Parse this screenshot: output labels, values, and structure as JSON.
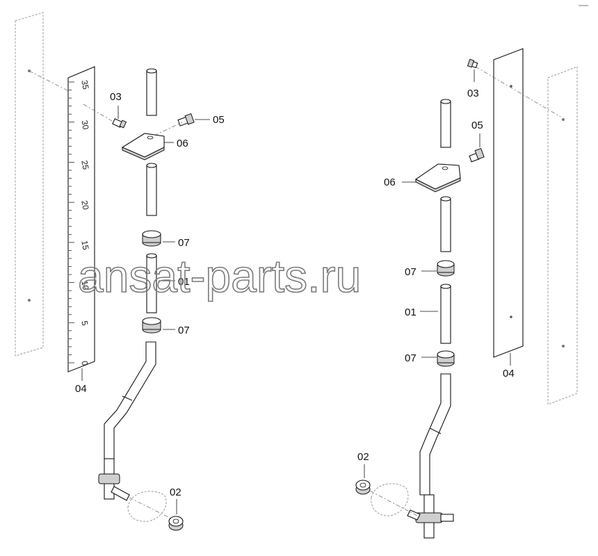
{
  "diagram": {
    "callouts": {
      "c01": "01",
      "c02": "02",
      "c03": "03",
      "c04": "04",
      "c05": "05",
      "c06": "06",
      "c07": "07"
    },
    "scale_ticks": [
      "35",
      "30",
      "25",
      "20",
      "15",
      "10",
      "5",
      "0"
    ],
    "watermark": "ansat-parts.ru"
  }
}
